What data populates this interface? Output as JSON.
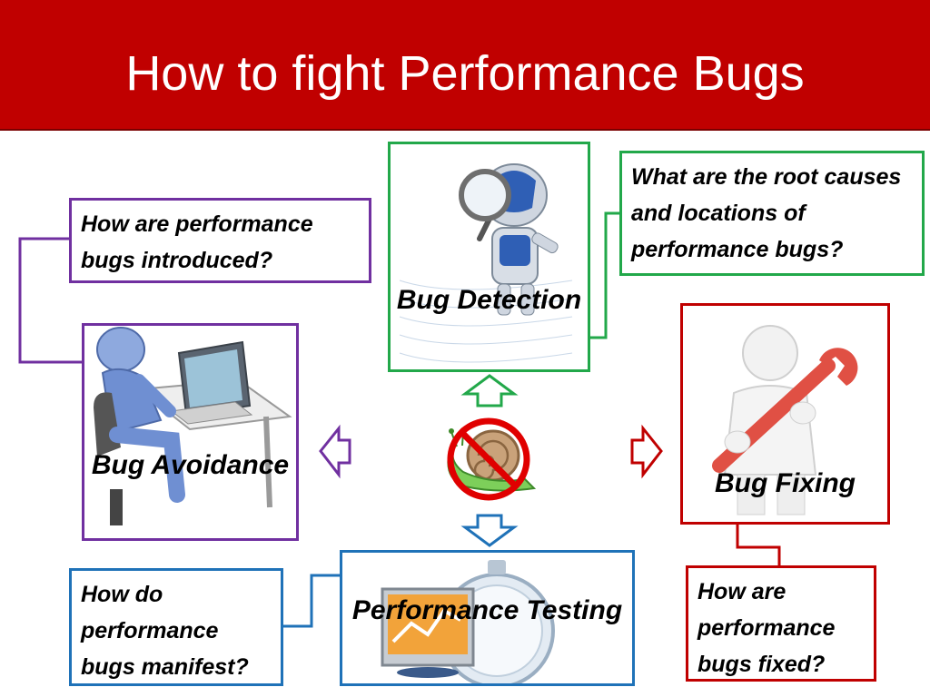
{
  "title": "How to fight Performance Bugs",
  "nodes": {
    "detection": "Bug Detection",
    "avoidance": "Bug Avoidance",
    "fixing": "Bug Fixing",
    "testing": "Performance Testing"
  },
  "questions": {
    "avoidance": "How are performance bugs introduced?",
    "detection": "What are the root causes and locations of performance bugs?",
    "testing": "How do performance bugs manifest?",
    "fixing": "How are performance bugs fixed?"
  },
  "colors": {
    "title_bg": "#c00000",
    "detection": "#22a84a",
    "avoidance": "#7030a0",
    "fixing": "#c00000",
    "testing": "#1f72b8"
  },
  "icons": {
    "center": "no-snail-icon",
    "detection": "robot-magnifier-icon",
    "avoidance": "person-at-computer-icon",
    "fixing": "person-with-wrench-icon",
    "testing": "stopwatch-chart-icon"
  }
}
